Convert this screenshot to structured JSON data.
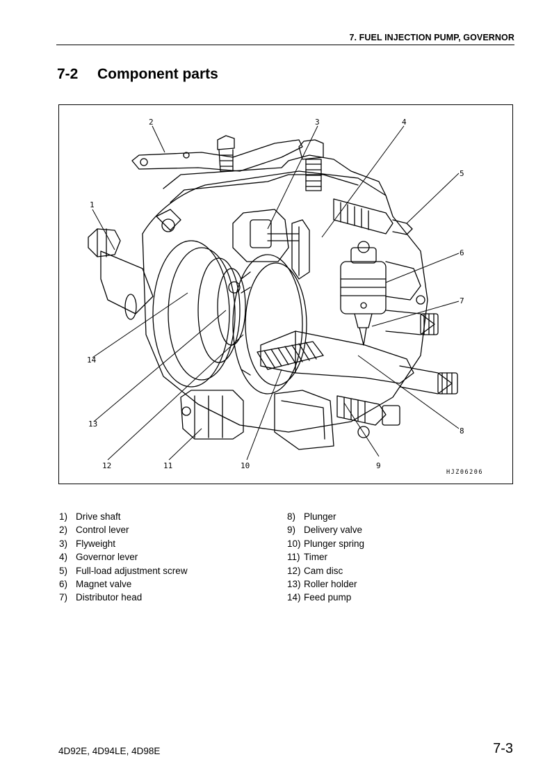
{
  "header": {
    "chapter_title": "7. FUEL INJECTION PUMP, GOVERNOR"
  },
  "section": {
    "number": "7-2",
    "title": "Component parts"
  },
  "figure": {
    "code": "HJZ06206",
    "callouts": [
      "1",
      "2",
      "3",
      "4",
      "5",
      "6",
      "7",
      "8",
      "9",
      "10",
      "11",
      "12",
      "13",
      "14"
    ]
  },
  "parts_left": [
    {
      "num": "1)",
      "name": "Drive shaft"
    },
    {
      "num": "2)",
      "name": "Control lever"
    },
    {
      "num": "3)",
      "name": "Flyweight"
    },
    {
      "num": "4)",
      "name": "Governor lever"
    },
    {
      "num": "5)",
      "name": "Full-load adjustment screw"
    },
    {
      "num": "6)",
      "name": "Magnet valve"
    },
    {
      "num": "7)",
      "name": "Distributor head"
    }
  ],
  "parts_right": [
    {
      "num": "8)",
      "name": "Plunger"
    },
    {
      "num": "9)",
      "name": "Delivery valve"
    },
    {
      "num": "10)",
      "name": "Plunger spring"
    },
    {
      "num": "11)",
      "name": "Timer"
    },
    {
      "num": "12)",
      "name": "Cam disc"
    },
    {
      "num": "13)",
      "name": "Roller holder"
    },
    {
      "num": "14)",
      "name": "Feed pump"
    }
  ],
  "footer": {
    "models": "4D92E, 4D94LE, 4D98E",
    "page": "7-3"
  }
}
